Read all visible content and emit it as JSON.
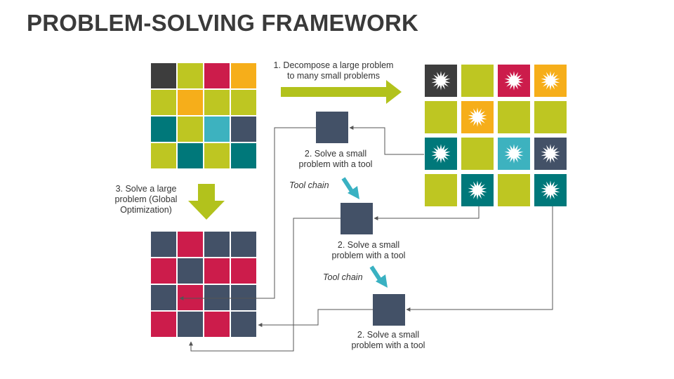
{
  "title": "PROBLEM-SOLVING FRAMEWORK",
  "colors": {
    "dark": "#3d3d3d",
    "lime": "#bec622",
    "crimson": "#cc1c4b",
    "orange": "#f6ae1a",
    "teal": "#00787a",
    "cyan": "#3db2bf",
    "slate": "#435167",
    "lime_arrow": "#b2c21c",
    "tool_arrow": "#39b1c2",
    "connector": "#555555"
  },
  "grids": {
    "input": [
      [
        "dark",
        "lime",
        "crimson",
        "orange"
      ],
      [
        "lime",
        "orange",
        "lime",
        "lime"
      ],
      [
        "teal",
        "lime",
        "cyan",
        "slate"
      ],
      [
        "lime",
        "teal",
        "lime",
        "teal"
      ]
    ],
    "decomposed": [
      [
        "dark",
        "lime",
        "crimson",
        "orange"
      ],
      [
        "lime",
        "orange",
        "lime",
        "lime"
      ],
      [
        "teal",
        "lime",
        "cyan",
        "slate"
      ],
      [
        "lime",
        "teal",
        "lime",
        "teal"
      ]
    ],
    "decomposed_bursts": [
      [
        true,
        false,
        true,
        true
      ],
      [
        false,
        true,
        false,
        false
      ],
      [
        true,
        false,
        true,
        true
      ],
      [
        false,
        true,
        false,
        true
      ]
    ],
    "result": [
      [
        "slate",
        "crimson",
        "slate",
        "slate"
      ],
      [
        "crimson",
        "slate",
        "crimson",
        "crimson"
      ],
      [
        "slate",
        "crimson",
        "slate",
        "slate"
      ],
      [
        "crimson",
        "slate",
        "crimson",
        "slate"
      ]
    ]
  },
  "steps": {
    "decompose": [
      "1. Decompose a large problem",
      "to many small problems"
    ],
    "solve_small": [
      "2. Solve a small",
      "problem with a tool"
    ],
    "solve_large": [
      "3. Solve a large",
      "problem (Global",
      "Optimization)"
    ]
  },
  "tool_chain": "Tool chain",
  "icons": {
    "burst": "starburst-icon",
    "down_arrow": "down-arrow-icon",
    "right_arrow": "right-arrow-icon",
    "tool_arrow": "diagonal-arrow-icon"
  }
}
